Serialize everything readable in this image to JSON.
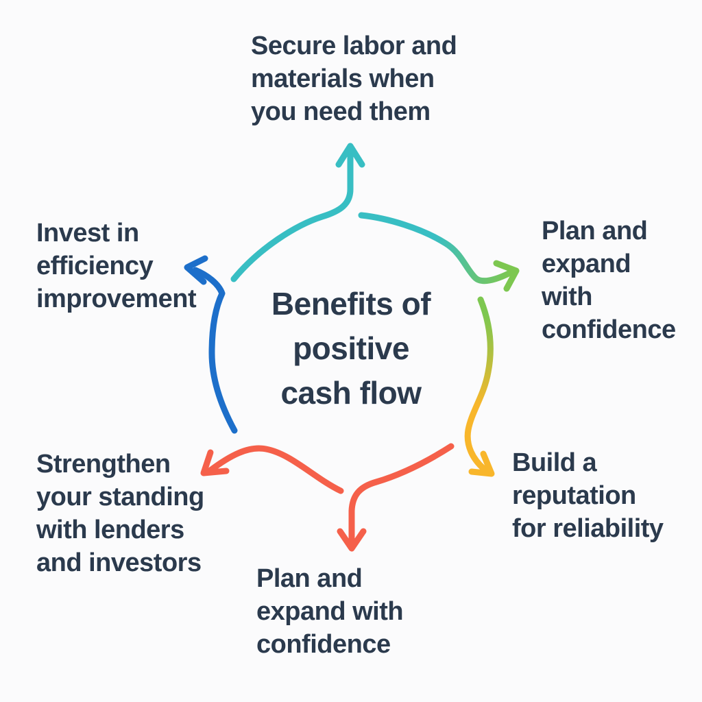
{
  "colors": {
    "teal": "#38BEC3",
    "green": "#7DC750",
    "yellow": "#F8B62B",
    "red": "#F5604A",
    "blue": "#1D6FCA",
    "text": "#2B3A4D",
    "background": "#FBFBFC"
  },
  "center_label": "Benefits of\npositive\ncash flow",
  "benefits": [
    {
      "id": "secure-labor",
      "label": "Secure labor and\nmaterials when\nyou need them",
      "arrow": "teal"
    },
    {
      "id": "plan-expand-right",
      "label": "Plan and\nexpand\nwith\nconfidence",
      "arrow": "teal-to-green"
    },
    {
      "id": "build-reputation",
      "label": "Build a\nreputation\nfor reliability",
      "arrow": "green-to-yellow"
    },
    {
      "id": "plan-expand-bottom",
      "label": "Plan and\nexpand with\nconfidence",
      "arrow": "red"
    },
    {
      "id": "strengthen-standing",
      "label": "Strengthen\nyour standing\nwith lenders\nand investors",
      "arrow": "red"
    },
    {
      "id": "invest-efficiency",
      "label": "Invest in\nefficiency\nimprovement",
      "arrow": "blue"
    }
  ]
}
